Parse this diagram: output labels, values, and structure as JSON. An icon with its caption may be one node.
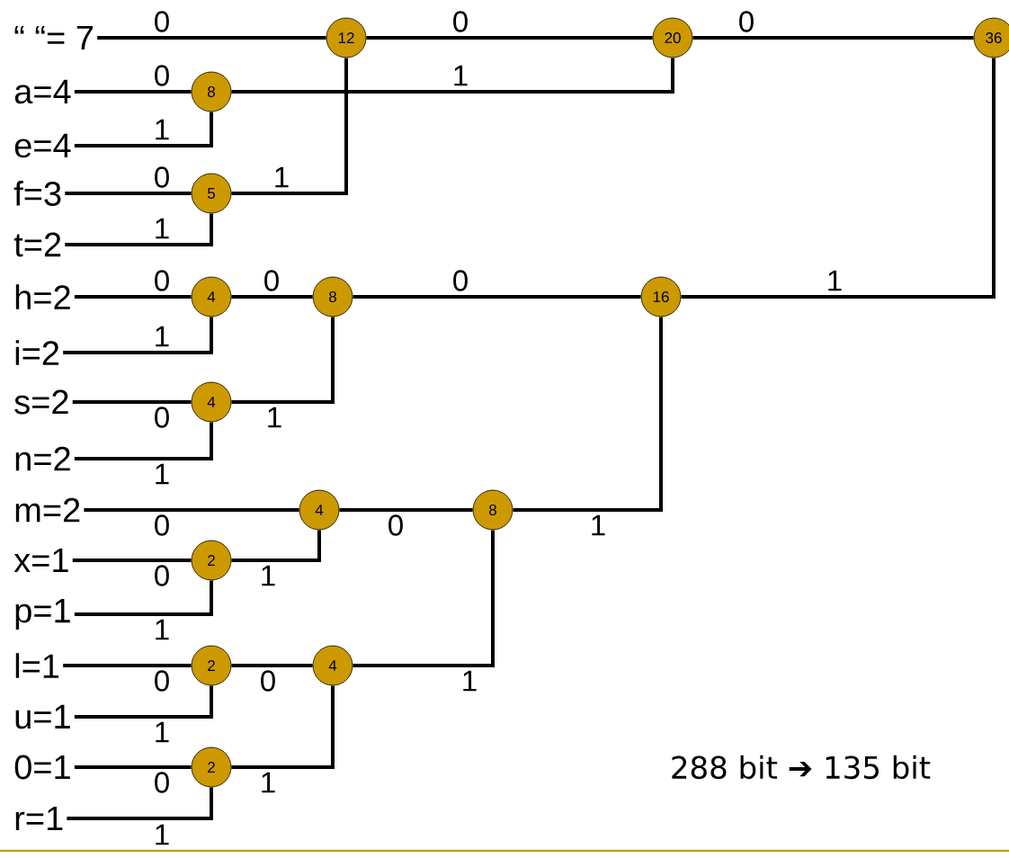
{
  "diagram": {
    "nodes": [
      {
        "text": [
          "“ “= 7"
        ]
      },
      {
        "text": [
          "a=4"
        ]
      },
      {
        "text": [
          "e=4"
        ]
      },
      {
        "text": [
          "f=3"
        ]
      },
      {
        "text": [
          "t=2"
        ]
      },
      {
        "text": [
          "h=2"
        ]
      },
      {
        "text": [
          "i=2"
        ]
      },
      {
        "text": [
          "s=2"
        ]
      },
      {
        "text": [
          "n=2"
        ]
      },
      {
        "text": [
          "m=2"
        ]
      },
      {
        "text": [
          "x=1"
        ]
      },
      {
        "text": [
          "p=1"
        ]
      },
      {
        "text": [
          "l=1"
        ]
      },
      {
        "text": [
          "u=1"
        ]
      },
      {
        "text": [
          "0=1"
        ]
      },
      {
        "text": [
          "r=1"
        ]
      },
      {
        "text": [
          "12"
        ]
      },
      {
        "text": [
          "20"
        ]
      },
      {
        "text": [
          "36"
        ]
      },
      {
        "text": [
          "8"
        ]
      },
      {
        "text": [
          "5"
        ]
      },
      {
        "text": [
          "4"
        ]
      },
      {
        "text": [
          "8"
        ]
      },
      {
        "text": [
          "16"
        ]
      },
      {
        "text": [
          "4"
        ]
      },
      {
        "text": [
          "4"
        ]
      },
      {
        "text": [
          "8"
        ]
      },
      {
        "text": [
          "2"
        ]
      },
      {
        "text": [
          "2"
        ]
      },
      {
        "text": [
          "4"
        ]
      },
      {
        "text": [
          "2"
        ]
      }
    ],
    "edges": [
      {
        "from": 0,
        "to": 16,
        "arrow": "none",
        "label": "0"
      },
      {
        "from": 16,
        "to": 17,
        "arrow": "none",
        "label": "0"
      },
      {
        "from": 17,
        "to": 18,
        "arrow": "none",
        "label": "0"
      },
      {
        "from": 1,
        "to": 19,
        "arrow": "none",
        "label": "0"
      },
      {
        "from": 2,
        "to": 19,
        "arrow": "none",
        "label": "1"
      },
      {
        "from": 19,
        "to": 17,
        "arrow": "none",
        "label": "1"
      },
      {
        "from": 3,
        "to": 20,
        "arrow": "none",
        "label": "0"
      },
      {
        "from": 4,
        "to": 20,
        "arrow": "none",
        "label": "1"
      },
      {
        "from": 20,
        "to": 16,
        "arrow": "none",
        "label": "1"
      },
      {
        "from": 5,
        "to": 21,
        "arrow": "none",
        "label": "0"
      },
      {
        "from": 6,
        "to": 21,
        "arrow": "none",
        "label": "1"
      },
      {
        "from": 21,
        "to": 22,
        "arrow": "none",
        "label": "0"
      },
      {
        "from": 7,
        "to": 24,
        "arrow": "none",
        "label": "0"
      },
      {
        "from": 8,
        "to": 24,
        "arrow": "none",
        "label": "1"
      },
      {
        "from": 24,
        "to": 22,
        "arrow": "none",
        "label": "1"
      },
      {
        "from": 22,
        "to": 23,
        "arrow": "none",
        "label": "0"
      },
      {
        "from": 23,
        "to": 18,
        "arrow": "none",
        "label": "1"
      },
      {
        "from": 9,
        "to": 25,
        "arrow": "none",
        "label": "0"
      },
      {
        "from": 10,
        "to": 27,
        "arrow": "none",
        "label": "0"
      },
      {
        "from": 11,
        "to": 27,
        "arrow": "none",
        "label": "1"
      },
      {
        "from": 27,
        "to": 25,
        "arrow": "none",
        "label": "1"
      },
      {
        "from": 25,
        "to": 26,
        "arrow": "none",
        "label": "0"
      },
      {
        "from": 26,
        "to": 23,
        "arrow": "none",
        "label": "1"
      },
      {
        "from": 12,
        "to": 28,
        "arrow": "none",
        "label": "0"
      },
      {
        "from": 13,
        "to": 28,
        "arrow": "none",
        "label": "1"
      },
      {
        "from": 28,
        "to": 29,
        "arrow": "none",
        "label": "0"
      },
      {
        "from": 29,
        "to": 26,
        "arrow": "none",
        "label": "1"
      },
      {
        "from": 14,
        "to": 30,
        "arrow": "none",
        "label": "0"
      },
      {
        "from": 15,
        "to": 30,
        "arrow": "none",
        "label": "1"
      },
      {
        "from": 30,
        "to": 29,
        "arrow": "none",
        "label": "1"
      }
    ],
    "labels": [
      "288 bit ➔ 135 bit"
    ]
  }
}
